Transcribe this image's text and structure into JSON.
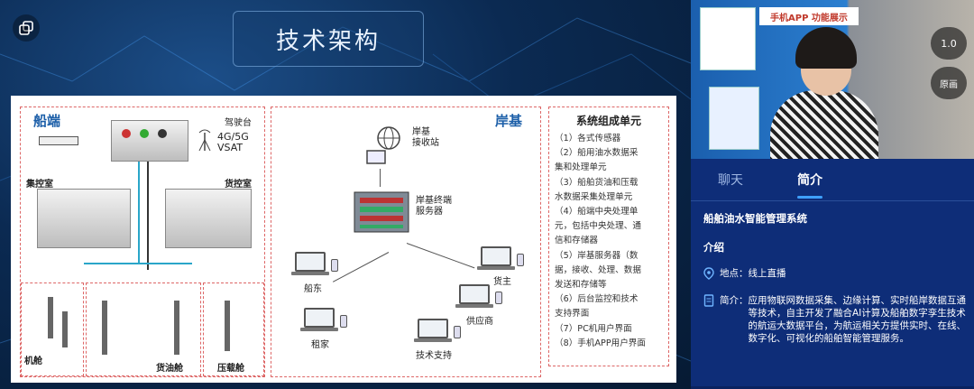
{
  "slide": {
    "title": "技术架构",
    "ship": {
      "heading": "船端",
      "bridge_label": "驾驶台",
      "network_label_1": "4G/5G",
      "network_label_2": "VSAT",
      "control_room_label": "集控室",
      "cargo_control_label": "货控室",
      "engine_room_label": "机舱",
      "cargo_tank_label": "货油舱",
      "ballast_label": "压载舱"
    },
    "shore": {
      "heading": "岸基",
      "receiver_label": "岸基\n接收站",
      "server_label": "岸基终端\n服务器",
      "ship_owner_label": "船东",
      "charterer_label": "租家",
      "tech_support_label": "技术支持",
      "supplier_label": "供应商",
      "cargo_owner_label": "货主"
    },
    "units": {
      "title": "系统组成单元",
      "items": [
        "（1）各式传感器",
        "（2）船用油水数据采",
        "集和处理单元",
        "（3）船舶货油和压载",
        "水数据采集处理单元",
        "（4）船端中央处理单",
        "元，包括中央处理、通",
        "信和存储器",
        "（5）岸基服务器（数",
        "据，接收、处理、数据",
        "发送和存储等",
        "（6）后台监控和技术",
        "支持界面",
        "（7）PC机用户界面",
        "（8）手机APP用户界面"
      ]
    }
  },
  "player": {
    "speed": "1.0",
    "original_label": "原画"
  },
  "tabs": [
    {
      "label": "聊天"
    },
    {
      "label": "简介"
    }
  ],
  "intro": {
    "course_title": "船舶油水智能管理系统",
    "section_title": "介绍",
    "location_key": "地点：",
    "location_value": "线上直播",
    "summary_key": "简介：",
    "summary_value": "应用物联网数据采集、边缘计算、实时船岸数据互通等技术，自主开发了融合AI计算及船舶数字孪生技术的航运大数据平台，为航运相关方提供实时、在线、数字化、可视化的船舶智能管理服务。"
  },
  "video": {
    "banner_1": "手机APP 功能展示"
  },
  "colors": {
    "panel_bg": "#0e2d78",
    "accent": "#3ea0ff",
    "slide_heading": "#1b5ea8"
  }
}
